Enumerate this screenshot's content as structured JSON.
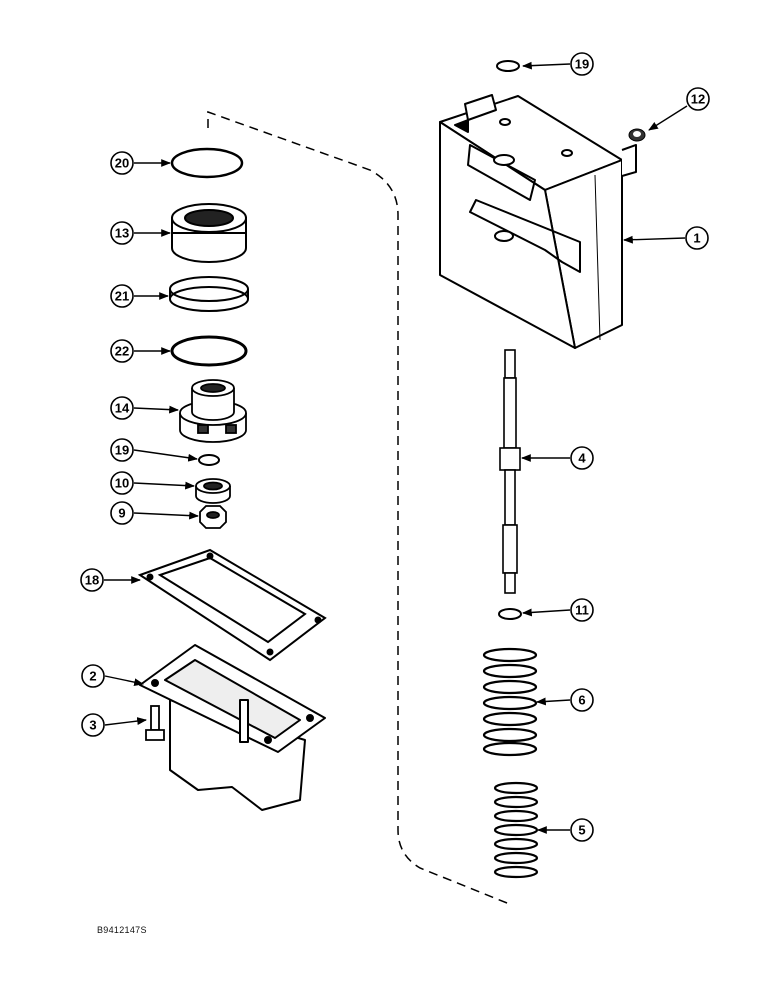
{
  "figure": {
    "reference_code": "B9412147S",
    "callouts": [
      {
        "part": "part-o-ring-top",
        "label": "19"
      },
      {
        "part": "part-plug",
        "label": "12"
      },
      {
        "part": "part-valve-housing",
        "label": "1"
      },
      {
        "part": "part-packing-ring",
        "label": "20"
      },
      {
        "part": "part-seal",
        "label": "13"
      },
      {
        "part": "part-backup-ring",
        "label": "21"
      },
      {
        "part": "part-o-ring-large",
        "label": "22"
      },
      {
        "part": "part-retainer",
        "label": "14"
      },
      {
        "part": "part-o-ring-small",
        "label": "19"
      },
      {
        "part": "part-bearing",
        "label": "10"
      },
      {
        "part": "part-nut",
        "label": "9"
      },
      {
        "part": "part-spool",
        "label": "4"
      },
      {
        "part": "part-gasket",
        "label": "18"
      },
      {
        "part": "part-snap-ring",
        "label": "11"
      },
      {
        "part": "part-cover",
        "label": "2"
      },
      {
        "part": "part-spring-outer",
        "label": "6"
      },
      {
        "part": "part-bolt",
        "label": "3"
      },
      {
        "part": "part-spring-inner",
        "label": "5"
      }
    ]
  }
}
